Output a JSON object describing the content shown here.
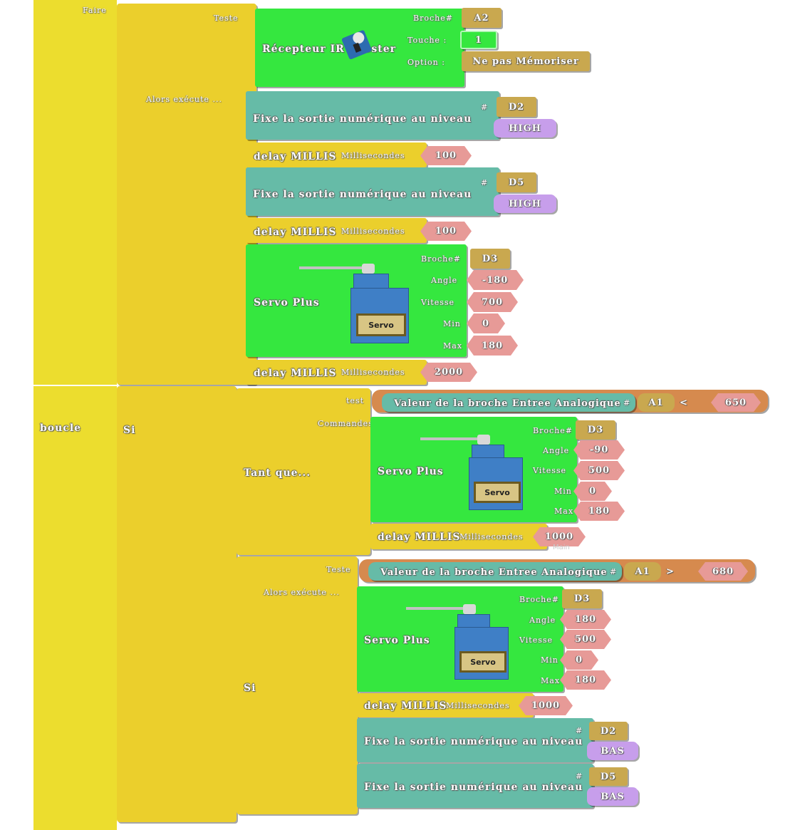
{
  "outer": {
    "faire_label": "Faire",
    "boucle_label": "boucle",
    "si_label": "Si"
  },
  "setup_if": {
    "teste_label": "Teste",
    "alors_label": "Alors exécute ...",
    "ir": {
      "title": "Récepteur IR : Tester",
      "broche_label": "Broche#",
      "broche_value": "A2",
      "touche_label": "Touche :",
      "touche_value": "1",
      "option_label": "Option :",
      "option_value": "Ne pas Mémoriser"
    },
    "digital1": {
      "label": "Fixe la sortie numérique au niveau",
      "hash": "#",
      "pin": "D2",
      "level": "HIGH"
    },
    "delay1": {
      "label": "delay MILLIS",
      "ms_label": "Millisecondes",
      "value": "100"
    },
    "digital2": {
      "label": "Fixe la sortie numérique au niveau",
      "hash": "#",
      "pin": "D5",
      "level": "HIGH"
    },
    "delay2": {
      "label": "delay MILLIS",
      "ms_label": "Millisecondes",
      "value": "100"
    },
    "servo": {
      "title": "Servo Plus",
      "image_label": "Servo",
      "broche_label": "Broche#",
      "broche": "D3",
      "angle_label": "Angle",
      "angle": "-180",
      "vitesse_label": "Vitesse",
      "vitesse": "700",
      "min_label": "Min",
      "min": "0",
      "max_label": "Max",
      "max": "180"
    },
    "delay3": {
      "label": "delay MILLIS",
      "ms_label": "Millisecondes",
      "value": "2000"
    }
  },
  "loop": {
    "while": {
      "label": "Tant que...",
      "test_label": "test",
      "commandes_label": "Commandes",
      "cond": {
        "text": "Valeur de la broche Entree Analogique",
        "hash": "#",
        "pin": "A1",
        "op": "<",
        "value": "650"
      },
      "servo": {
        "title": "Servo Plus",
        "image_label": "Servo",
        "broche_label": "Broche#",
        "broche": "D3",
        "angle_label": "Angle",
        "angle": "-90",
        "vitesse_label": "Vitesse",
        "vitesse": "500",
        "min_label": "Min",
        "min": "0",
        "max_label": "Max",
        "max": "180"
      },
      "delay": {
        "label": "delay MILLIS",
        "ms_label": "Millisecondes",
        "value": "1000"
      },
      "main_note": "Main"
    },
    "if2": {
      "label": "Si",
      "teste_label": "Teste",
      "alors_label": "Alors exécute ...",
      "cond": {
        "text": "Valeur de la broche Entree Analogique",
        "hash": "#",
        "pin": "A1",
        "op": ">",
        "value": "680"
      },
      "servo": {
        "title": "Servo Plus",
        "image_label": "Servo",
        "broche_label": "Broche#",
        "broche": "D3",
        "angle_label": "Angle",
        "angle": "180",
        "vitesse_label": "Vitesse",
        "vitesse": "500",
        "min_label": "Min",
        "min": "0",
        "max_label": "Max",
        "max": "180"
      },
      "delay": {
        "label": "delay MILLIS",
        "ms_label": "Millisecondes",
        "value": "1000"
      },
      "digital1": {
        "label": "Fixe la sortie numérique au niveau",
        "hash": "#",
        "pin": "D2",
        "level": "BAS"
      },
      "digital2": {
        "label": "Fixe la sortie numérique au niveau",
        "hash": "#",
        "pin": "D5",
        "level": "BAS"
      }
    }
  },
  "colors": {
    "yellow": "#ecdd2e",
    "mustard": "#ebcf2c",
    "green": "#35e73f",
    "teal": "#66bba7",
    "gold": "#c9a84f",
    "purple": "#c79eeb",
    "pink": "#e79a97",
    "orange": "#d68a4e"
  }
}
